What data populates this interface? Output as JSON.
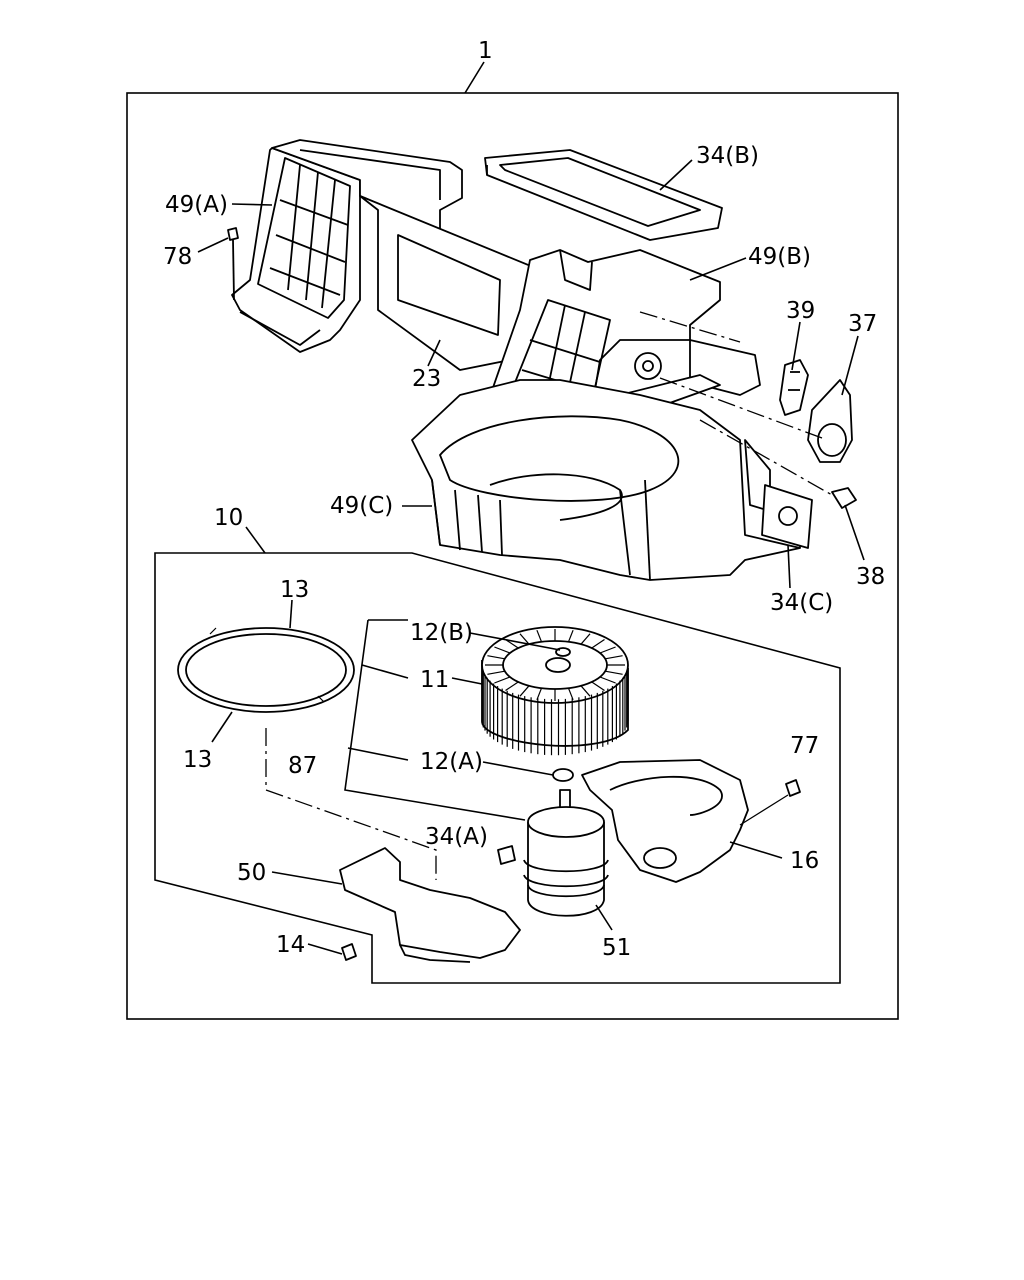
{
  "diagram": {
    "callouts": {
      "c1": "1",
      "c34b": "34(B)",
      "c49a": "49(A)",
      "c78": "78",
      "c49b": "49(B)",
      "c39": "39",
      "c37": "37",
      "c23": "23",
      "c49c": "49(C)",
      "c10": "10",
      "c38": "38",
      "c34c": "34(C)",
      "c13top": "13",
      "c12b": "12(B)",
      "c11": "11",
      "c13bot": "13",
      "c87": "87",
      "c12a": "12(A)",
      "c77": "77",
      "c34a": "34(A)",
      "c16": "16",
      "c50": "50",
      "c51": "51",
      "c14": "14"
    }
  }
}
